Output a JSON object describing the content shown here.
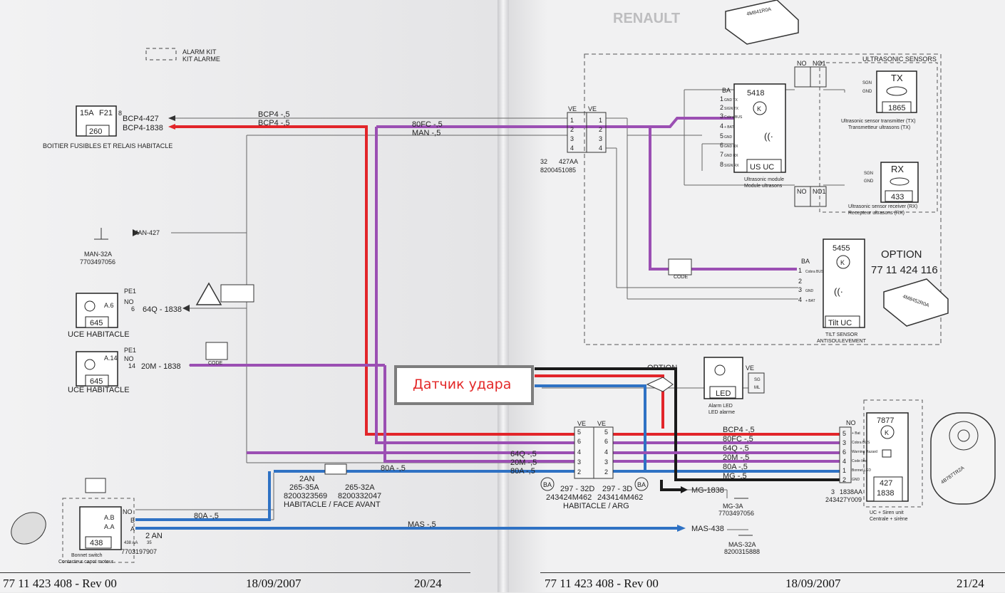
{
  "header": {
    "brand": "RENAULT"
  },
  "legend": {
    "line1": "ALARM KIT",
    "line2": "KIT ALARME"
  },
  "fusebox": {
    "fuse": "15A",
    "fuse_id": "F21",
    "pin": "8",
    "code": "260",
    "wire1": "BCP4-427",
    "wire2": "BCP4-1838",
    "caption": "BOITIER FUSIBLES ET RELAIS HABITACLE"
  },
  "wires_top": {
    "bcp4": "BCP4 -,5",
    "bcp4b": "BCP4 -,5",
    "sofc": "80FC -,5",
    "man": "MAN -,5"
  },
  "ground1": {
    "label": "MAN-427",
    "ref": "MAN-32A",
    "part": "7703497056"
  },
  "uce1": {
    "code": "645",
    "pin_a": "A.6",
    "pe": "PE1",
    "no": "NO",
    "num": "6",
    "wire": "64Q - 1838",
    "caption": "UCE HABITACLE"
  },
  "uce2": {
    "code": "645",
    "pin_a": "A.14",
    "pe": "PE1",
    "no": "NO",
    "num": "14",
    "wire": "20M - 1838",
    "caption": "UCE HABITACLE",
    "code_box": "CODE"
  },
  "connector_ve": {
    "left": "VE",
    "right": "VE",
    "pins": [
      "1",
      "2",
      "3",
      "4"
    ],
    "ref1": "32",
    "ref2": "427AA",
    "part": "8200451085"
  },
  "us_module": {
    "code": "5418",
    "box": "US UC",
    "ba": "BA",
    "caption1": "Ultrasonic module",
    "caption2": "Module ultrasons",
    "pins": [
      "1",
      "2",
      "3",
      "4",
      "5",
      "6",
      "7",
      "8"
    ],
    "pin_labels": [
      "GND TX",
      "SIGN TX",
      "Cobra BUS",
      "+ BAT",
      "GND",
      "GND RX",
      "GND RX",
      "SIGN RX"
    ]
  },
  "ultrasonic": {
    "title": "ULTRASONIC SENSORS"
  },
  "tx": {
    "label": "TX",
    "code": "1865",
    "caption1": "Ultrasonic sensor transmitter (TX)",
    "caption2": "Transmetteur ultrasons (TX)",
    "sgn": "SGN",
    "gnd": "GND"
  },
  "rx": {
    "label": "RX",
    "code": "433",
    "caption1": "Ultrasonic sensor receiver (RX)",
    "caption2": "Recepteur ultrasons (RX)",
    "sgn": "SGN",
    "gnd": "GND"
  },
  "no_labels": {
    "no": "NO",
    "no1": "NO1"
  },
  "tilt": {
    "code": "5455",
    "box": "Tilt UC",
    "ba": "BA",
    "caption1": "TILT SENSOR",
    "caption2": "ANTISOULEVEMENT",
    "pins": [
      "1",
      "2",
      "3",
      "4"
    ],
    "pin_labels": [
      "Cobra BUS",
      "",
      "GND",
      "+ BAT"
    ],
    "code_box": "CODE"
  },
  "option": {
    "title": "OPTION",
    "ref": "77 11 424 116",
    "label": "OPTION"
  },
  "module_labels": {
    "top": "4M841R0A",
    "side": "4M8452R0A"
  },
  "callout": {
    "text": "Датчик удара"
  },
  "led": {
    "box": "LED",
    "caption1": "Alarm LED",
    "caption2": "LED alarme",
    "ve": "VE",
    "pin1": "SG",
    "pin2": "ML"
  },
  "siren_unit": {
    "code": "7877",
    "code2": "427",
    "code3": "1838",
    "no": "NO",
    "caption1": "UC + Siren unit",
    "caption2": "Centrale + sirène",
    "ref1": "3",
    "ref2": "1838AA",
    "part": "243427Y009",
    "pins": [
      "5",
      "3",
      "6",
      "4",
      "1",
      "2"
    ],
    "pin_labels": [
      "+ Bat",
      "Cobra BUS",
      "Warning Hazard",
      "Code line",
      "Bonnet LED",
      "GND"
    ],
    "siren_label": "4B787TR2A"
  },
  "siren_wires": [
    "BCP4 -,5",
    "80FC -,5",
    "64Q -,5",
    "20M -,5",
    "80A -,5",
    "MG -,5"
  ],
  "connector_habitacle": {
    "left": "VE",
    "right": "VE",
    "pins_left": [
      "5",
      "6",
      "4",
      "3",
      "2"
    ],
    "pins_right": [
      "5",
      "6",
      "4",
      "3",
      "2"
    ],
    "ref1": "297 - 32D",
    "ref2": "297 - 3D",
    "part1": "243424M462",
    "part2": "243414M462",
    "caption": "HABITACLE / ARG",
    "ba": "BA"
  },
  "connector_avant": {
    "ref": "2AN",
    "ref1": "265-35A",
    "ref2": "265-32A",
    "part1": "8200323569",
    "part2": "8200332047",
    "caption": "HABITACLE / FACE AVANT"
  },
  "mid_wires": {
    "w64q": "64Q -,5",
    "w20m": "20M -,5",
    "w80a": "80A -,5",
    "w80a2": "80A -,5",
    "w80a3": "80A -,5",
    "mas": "MAS -,5"
  },
  "ground_mg": {
    "label": "MG-1838",
    "ref": "MG-3A",
    "part": "7703497056"
  },
  "ground_mas": {
    "label": "MAS-438",
    "ref": "MAS-32A",
    "part": "8200315888"
  },
  "bonnet": {
    "code": "438",
    "pin_ab": "A.B",
    "pin_aa": "A.A",
    "no": "NO",
    "b": "B",
    "a": "A",
    "conn": "2 AN",
    "ref1": "438 AA",
    "ref2": "35",
    "caption1": "Bonnet switch",
    "caption2": "Contacteur capot moteur",
    "part": "7703197907"
  },
  "footer_left": {
    "ref": "77 11 423 408 - Rev 00",
    "date": "18/09/2007",
    "page": "20/24"
  },
  "footer_right": {
    "ref": "77 11 423 408 - Rev 00",
    "date": "18/09/2007",
    "page": "21/24"
  },
  "colors": {
    "red": "#e2252a",
    "purple": "#9b4fb3",
    "blue": "#2f72c4",
    "black": "#1a1a1a"
  }
}
